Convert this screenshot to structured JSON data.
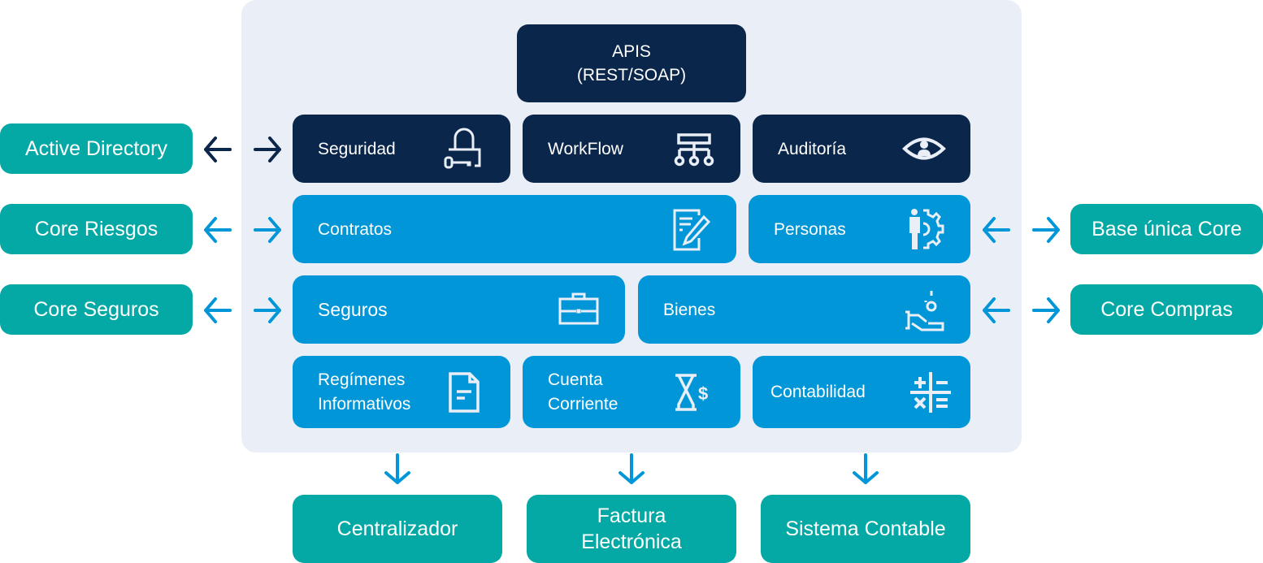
{
  "colors": {
    "navy": "#0b264b",
    "blue": "#0096d8",
    "teal": "#04a8a4",
    "panel": "#eaeff7"
  },
  "api": {
    "line1": "APIS",
    "line2": "(REST/SOAP)"
  },
  "modules": {
    "seguridad": {
      "label": "Seguridad",
      "icon": "lock-key-icon"
    },
    "workflow": {
      "label": "WorkFlow",
      "icon": "workflow-hierarchy-icon"
    },
    "auditoria": {
      "label": "Auditoría",
      "icon": "eye-person-icon"
    },
    "contratos": {
      "label": "Contratos",
      "icon": "contract-edit-icon"
    },
    "personas": {
      "label": "Personas",
      "icon": "person-gear-icon"
    },
    "seguros": {
      "label": "Seguros",
      "icon": "briefcase-icon"
    },
    "bienes": {
      "label": "Bienes",
      "icon": "hand-asset-icon"
    },
    "regimenes": {
      "line1": "Regímenes",
      "line2": "Informativos",
      "icon": "document-icon"
    },
    "cuenta": {
      "line1": "Cuenta",
      "line2": "Corriente",
      "icon": "hourglass-dollar-icon"
    },
    "contabilidad": {
      "label": "Contabilidad",
      "icon": "calculator-operators-icon"
    }
  },
  "external_left": [
    {
      "label": "Active Directory",
      "arrow_color": "navy"
    },
    {
      "label": "Core Riesgos",
      "arrow_color": "blue"
    },
    {
      "label": "Core Seguros",
      "arrow_color": "blue"
    }
  ],
  "external_right": [
    {
      "label": "Base única Core"
    },
    {
      "label": "Core Compras"
    }
  ],
  "external_bottom": [
    {
      "label": "Centralizador"
    },
    {
      "line1": "Factura",
      "line2": "Electrónica"
    },
    {
      "label": "Sistema Contable"
    }
  ]
}
